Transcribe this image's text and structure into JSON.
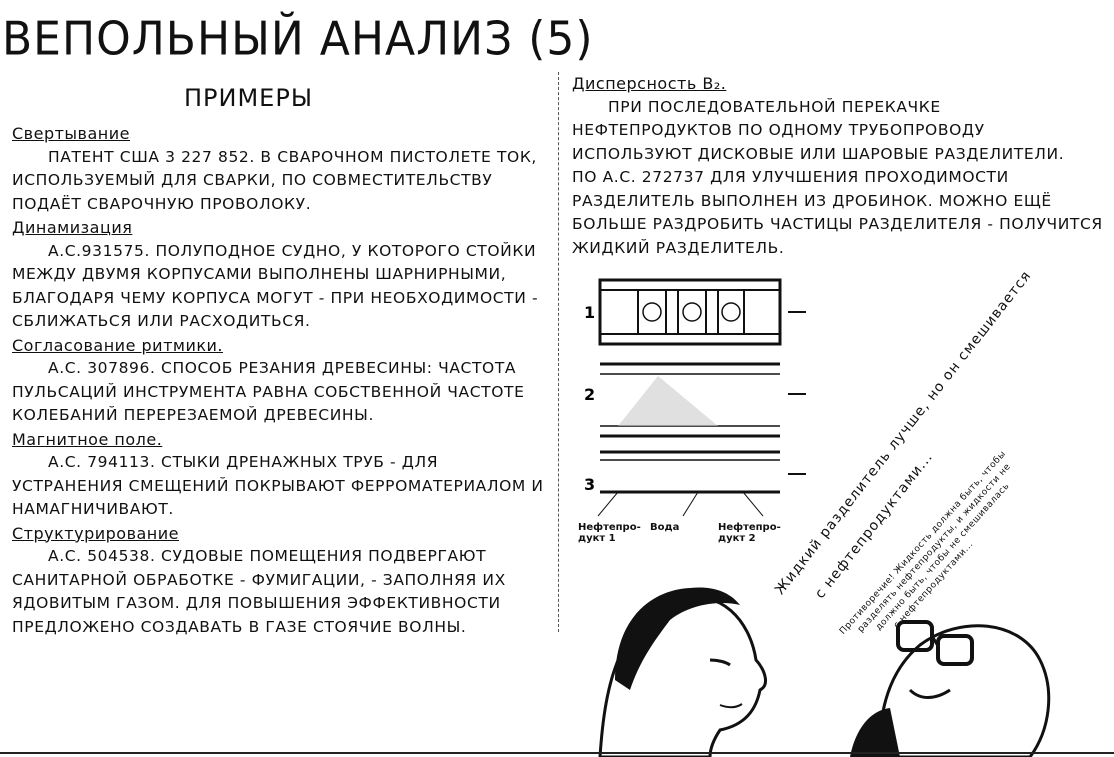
{
  "title": "ВЕПОЛЬНЫЙ АНАЛИЗ (5)",
  "subtitle": "ПРИМЕРЫ",
  "left": [
    {
      "heading": "Свертывание",
      "text": "Патент США 3 227 852. В сварочном пистолете ток, используемый для сварки, по совместительству подаёт сварочную проволоку."
    },
    {
      "heading": "Динамизация",
      "text": "А.с.931575. Полуподное судно, у которого стойки между двумя корпусами выполнены шарнирными, благодаря чему корпуса могут - при необходимости - сближаться или расходиться."
    },
    {
      "heading": "Согласование ритмики.",
      "text": "А.с. 307896. Способ резания древесины: частота пульсаций инструмента равна собственной частоте колебаний перерезаемой древесины."
    },
    {
      "heading": "Магнитное поле.",
      "text": "А.с. 794113. Стыки дренажных труб - для устранения смещений покрывают ферроматериалом и намагничивают."
    },
    {
      "heading": "Структурирование",
      "text": "А.с. 504538. Судовые помещения подвергают санитарной обработке - фумигации, - заполняя их ядовитым газом. Для повышения эффективности предложено создавать в газе стоячие волны."
    }
  ],
  "right": {
    "heading": "Дисперсность В₂.",
    "p1": "При последовательной перекачке нефтепродуктов по одному трубопроводу используют дисковые или шаровые разделители.",
    "p2": "По а.с. 272737 для улучшения проходимости разделитель выполнен из дробинок. Можно ещё больше раздробить частицы разделителя - получится жидкий разделитель."
  },
  "figure": {
    "tube_numbers": [
      "1",
      "2",
      "3"
    ],
    "labels": [
      "Нефтепро-дукт 1",
      "Вода",
      "Нефтепро-дукт 2"
    ]
  },
  "speech": {
    "man_left_1": "Жидкий разделитель лучше, но он смешивается",
    "man_left_2": "с нефтепродуктами...",
    "man_right_1": "Противоречие! Жидкость должна быть, чтобы",
    "man_right_2": "разделять нефтепродукты, и жидкости не",
    "man_right_3": "должно быть, чтобы не смешивалась",
    "man_right_4": "с нефтепродуктами..."
  }
}
